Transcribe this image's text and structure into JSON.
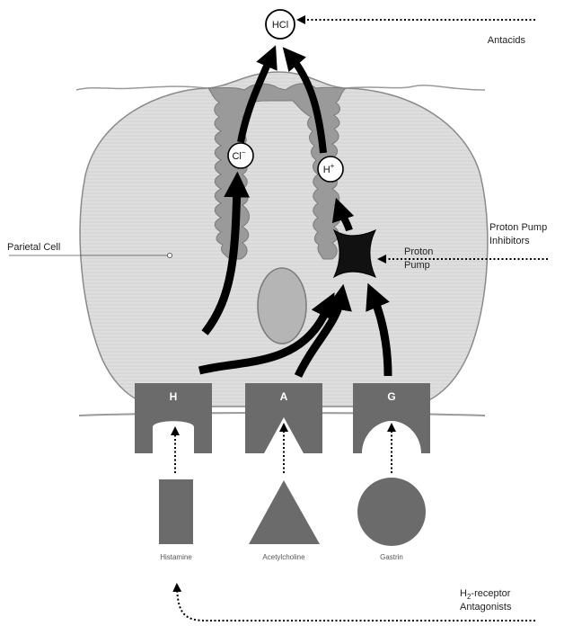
{
  "labels": {
    "hcl": "HCl",
    "cl_ion": "Cl",
    "cl_charge": "−",
    "h_ion": "H",
    "h_charge": "+",
    "antacids": "Antacids",
    "parietal_cell": "Parietal Cell",
    "proton_pump": [
      "Proton",
      "Pump"
    ],
    "proton_pump_inhibitors": [
      "Proton Pump",
      "Inhibitors"
    ],
    "h2_antagonists_prefix": "H",
    "h2_antagonists_sub": "2",
    "h2_antagonists_line1_rest": "-receptor",
    "h2_antagonists_line2": "Antagonists"
  },
  "receptors": [
    {
      "letter": "H",
      "ligand": "Histamine"
    },
    {
      "letter": "A",
      "ligand": "Acetylcholine"
    },
    {
      "letter": "G",
      "ligand": "Gastrin"
    }
  ],
  "colors": {
    "cell_fill": "#dcdcdc",
    "canaliculus": "#9a9a9a",
    "receptor": "#6b6b6b",
    "arrow": "#000000",
    "nucleus": "#b5b5b5"
  }
}
